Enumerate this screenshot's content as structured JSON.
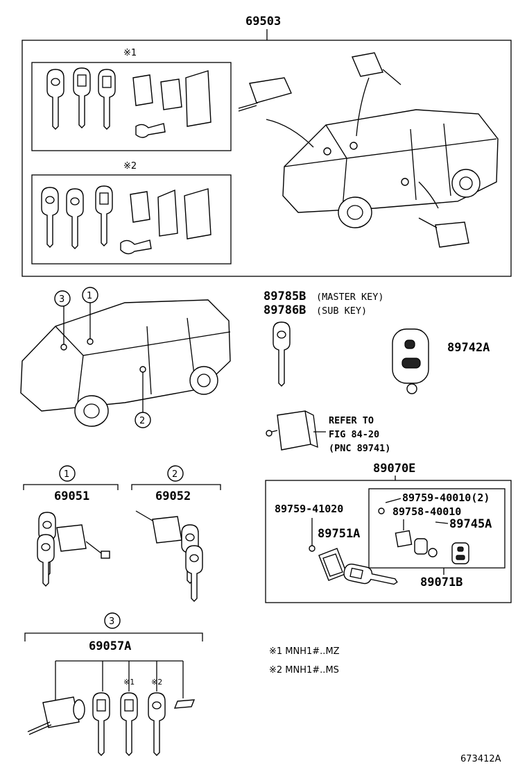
{
  "diagram": {
    "parts": {
      "p69503": "69503",
      "p89785b": "89785B",
      "p89786b": "89786B",
      "p89742a": "89742A",
      "p89070e": "89070E",
      "p89759_41020": "89759-41020",
      "p89751a": "89751A",
      "p89759_40010": "89759-40010(2)",
      "p89758_40010": "89758-40010",
      "p89745a": "89745A",
      "p89071b": "89071B",
      "p69051": "69051",
      "p69052": "69052",
      "p69057a": "69057A"
    },
    "labels": {
      "master_key": "(MASTER KEY)",
      "sub_key": "(SUB KEY)",
      "refer_1": "REFER TO",
      "refer_2": "FIG 84-20",
      "refer_3": "(PNC 89741)"
    },
    "markers": {
      "m1": "1",
      "m2": "2",
      "m3": "3",
      "note1_mark": "※1",
      "note2_mark": "※2"
    },
    "notes": {
      "note1": "※1  MNH1#..MZ",
      "note2": "※2  MNH1#..MS"
    },
    "illustration_code": "673412A"
  }
}
